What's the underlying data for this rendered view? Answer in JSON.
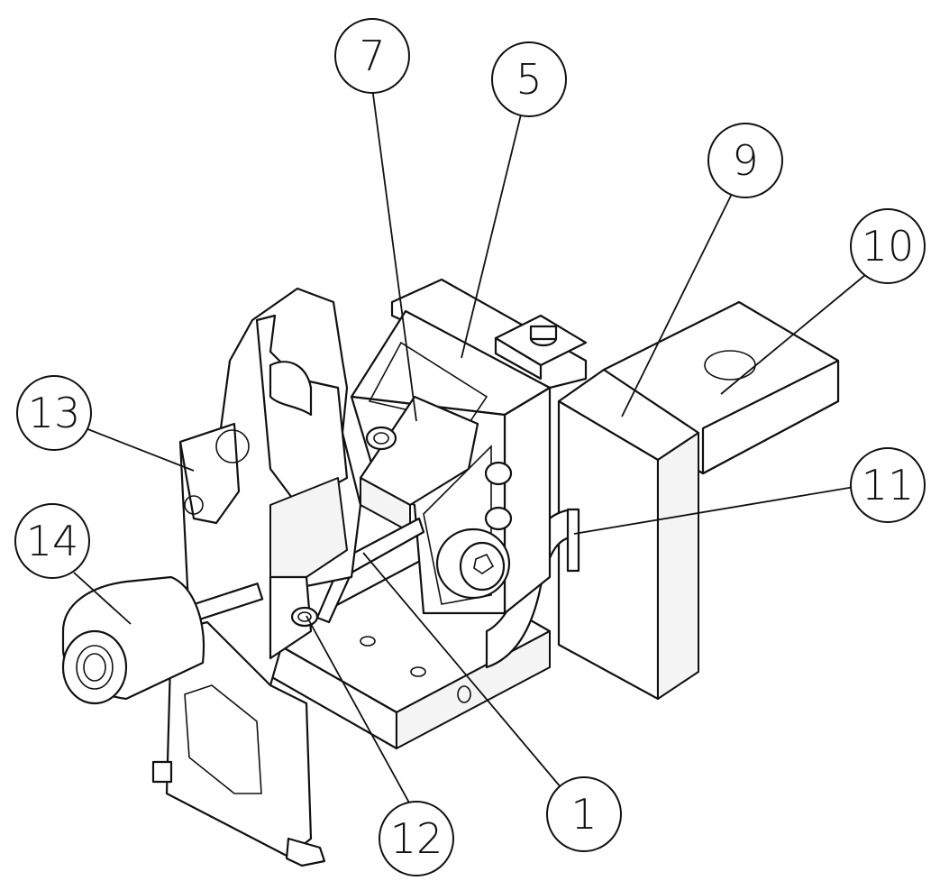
{
  "figure": {
    "callouts": [
      {
        "id": "callout-7",
        "label": "7"
      },
      {
        "id": "callout-5",
        "label": "5"
      },
      {
        "id": "callout-9",
        "label": "9"
      },
      {
        "id": "callout-10",
        "label": "10"
      },
      {
        "id": "callout-13",
        "label": "13"
      },
      {
        "id": "callout-11",
        "label": "11"
      },
      {
        "id": "callout-14",
        "label": "14"
      },
      {
        "id": "callout-12",
        "label": "12"
      },
      {
        "id": "callout-1",
        "label": "1"
      }
    ]
  }
}
